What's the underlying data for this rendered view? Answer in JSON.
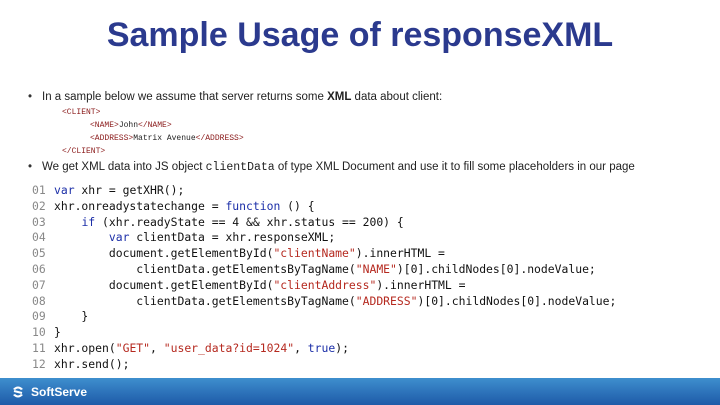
{
  "slide": {
    "title": "Sample Usage of responseXML",
    "bullet1": {
      "before": "In a sample below we assume that server returns some ",
      "bold": "XML",
      "after": " data about client:"
    },
    "xml_lines": [
      {
        "open": "<CLIENT>",
        "text": "",
        "close": ""
      },
      {
        "open": "<NAME>",
        "text": "John",
        "close": "</NAME>"
      },
      {
        "open": "<ADDRESS>",
        "text": "Matrix Avenue",
        "close": "</ADDRESS>"
      },
      {
        "open": "",
        "text": "",
        "close": "</CLIENT>"
      }
    ],
    "bullet2": {
      "before": "We get XML data into JS object ",
      "code": "clientData",
      "after": " of type XML Document and use it to fill some placeholders in our page"
    },
    "code_lines": [
      {
        "num": "01",
        "text": "var xhr = getXHR();"
      },
      {
        "num": "02",
        "text": "xhr.onreadystatechange = function () {"
      },
      {
        "num": "03",
        "text": "    if (xhr.readyState == 4 && xhr.status == 200) {"
      },
      {
        "num": "04",
        "text": "        var clientData = xhr.responseXML;"
      },
      {
        "num": "05",
        "text": "        document.getElementById(\"clientName\").innerHTML ="
      },
      {
        "num": "06",
        "text": "            clientData.getElementsByTagName(\"NAME\")[0].childNodes[0].nodeValue;"
      },
      {
        "num": "07",
        "text": "        document.getElementById(\"clientAddress\").innerHTML ="
      },
      {
        "num": "08",
        "text": "            clientData.getElementsByTagName(\"ADDRESS\")[0].childNodes[0].nodeValue;"
      },
      {
        "num": "09",
        "text": "    }"
      },
      {
        "num": "10",
        "text": "}"
      },
      {
        "num": "11",
        "text": "xhr.open(\"GET\", \"user_data?id=1024\", true);"
      },
      {
        "num": "12",
        "text": "xhr.send();"
      }
    ],
    "footer": {
      "logo_text": "SoftServe",
      "bar_color": "#2f78c0"
    }
  }
}
